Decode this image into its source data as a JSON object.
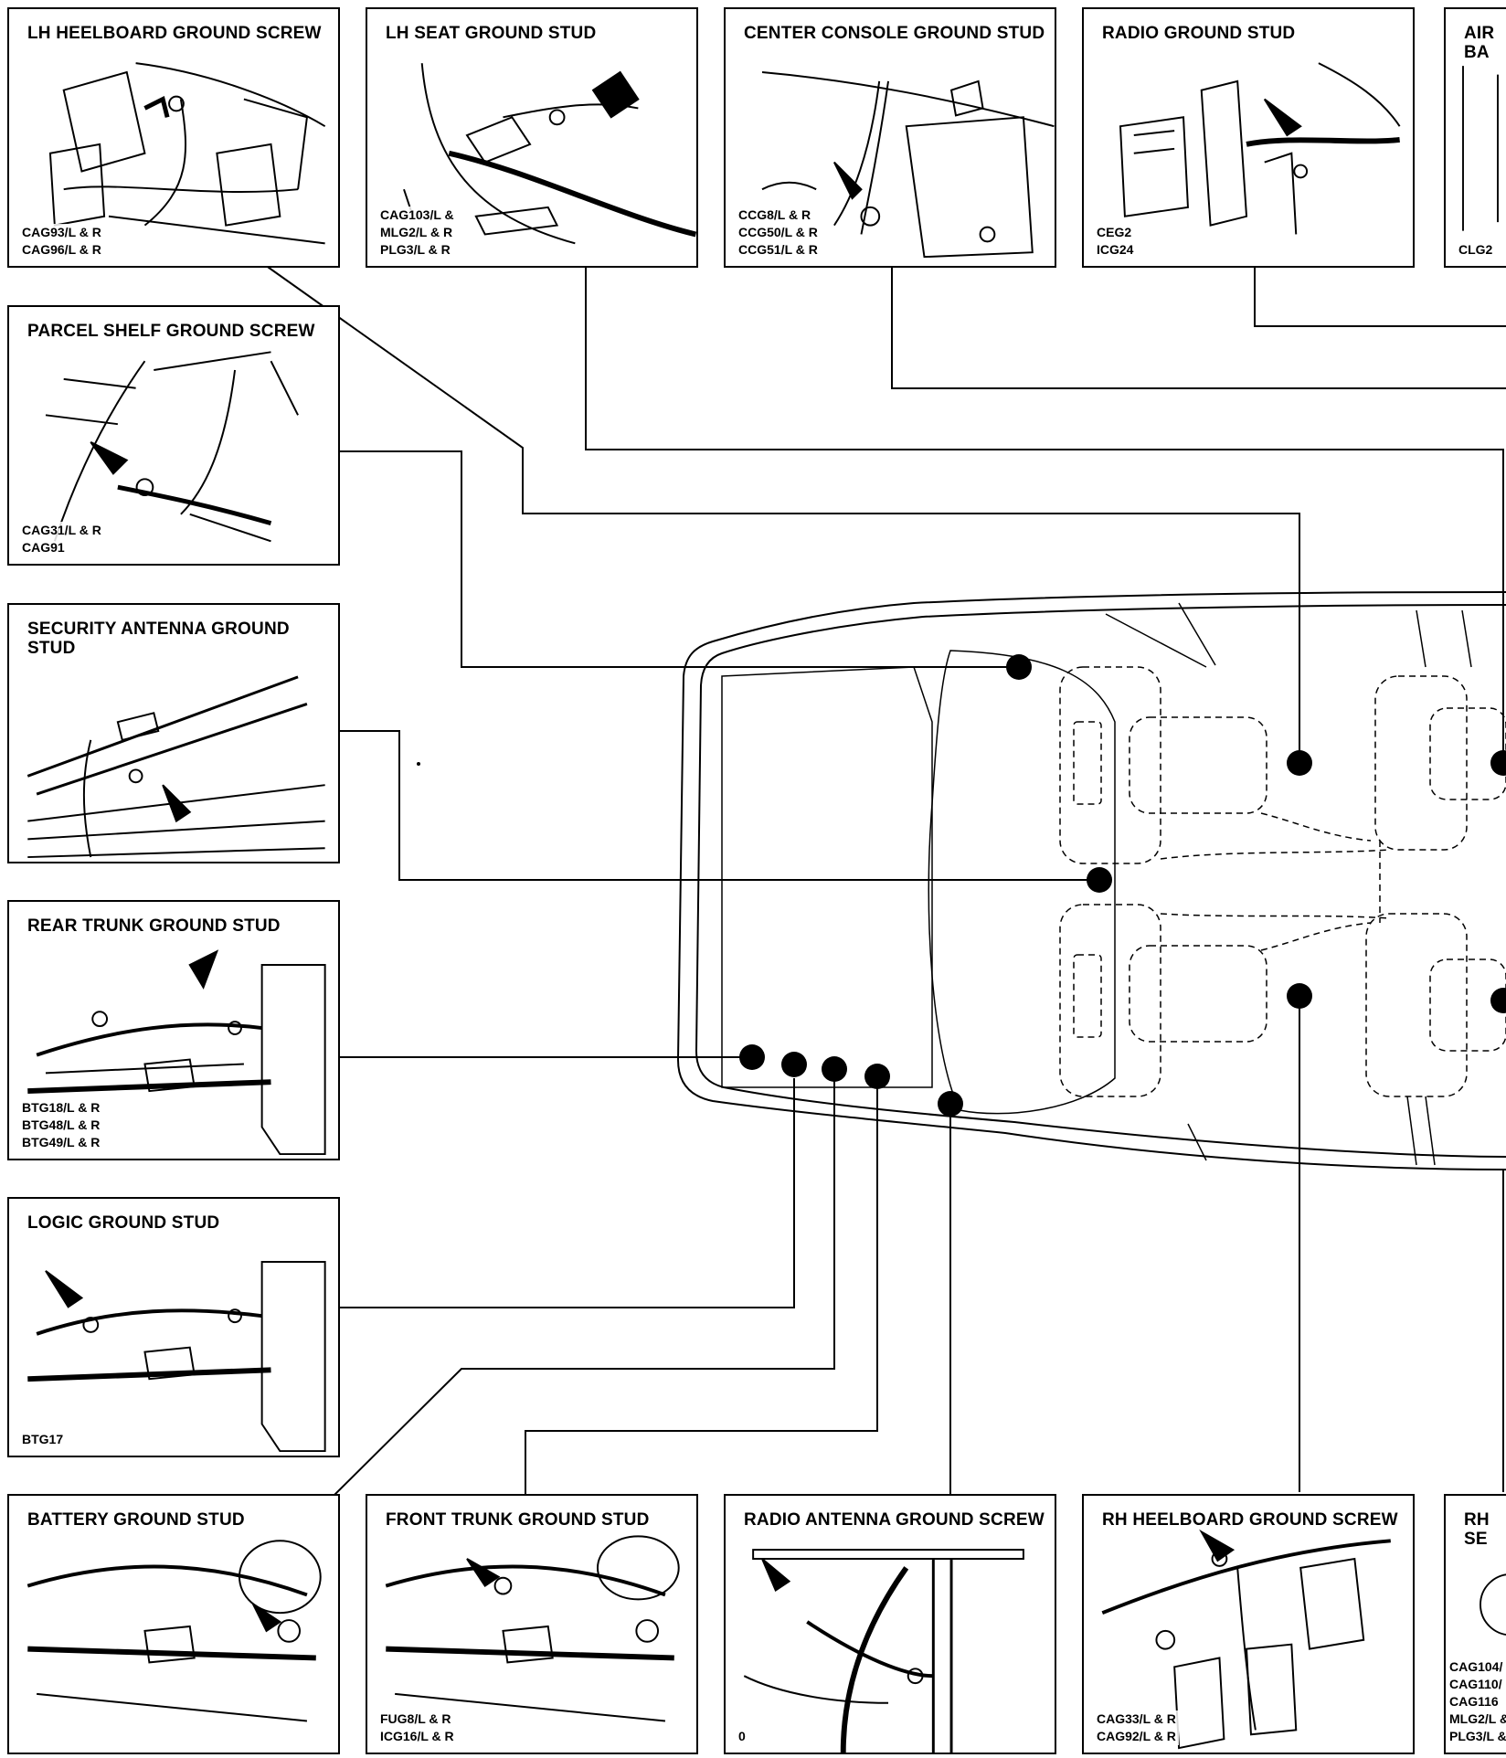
{
  "panels": [
    {
      "id": "lh-heelboard",
      "title": "LH HEELBOARD GROUND SCREW",
      "codes": [
        "CAG93/L & R",
        "CAG96/L & R"
      ]
    },
    {
      "id": "lh-seat",
      "title": "LH SEAT GROUND STUD",
      "codes": [
        "CAG103/L &",
        "MLG2/L & R",
        "PLG3/L & R"
      ]
    },
    {
      "id": "center-console",
      "title": "CENTER CONSOLE GROUND STUD",
      "codes": [
        "CCG8/L & R",
        "CCG50/L & R",
        "CCG51/L & R"
      ]
    },
    {
      "id": "radio",
      "title": "RADIO GROUND STUD",
      "codes": [
        "CEG2",
        "ICG24"
      ]
    },
    {
      "id": "air-bag",
      "title": "AIR BA",
      "codes": [
        "CLG2"
      ]
    },
    {
      "id": "parcel-shelf",
      "title": "PARCEL SHELF GROUND SCREW",
      "codes": [
        "CAG31/L & R",
        "CAG91"
      ]
    },
    {
      "id": "security-antenna",
      "title": "SECURITY ANTENNA GROUND STUD",
      "codes": []
    },
    {
      "id": "rear-trunk",
      "title": "REAR TRUNK GROUND STUD",
      "codes": [
        "BTG18/L & R",
        "BTG48/L & R",
        "BTG49/L & R"
      ]
    },
    {
      "id": "logic",
      "title": "LOGIC GROUND STUD",
      "codes": [
        "BTG17"
      ]
    },
    {
      "id": "battery",
      "title": "BATTERY GROUND STUD",
      "codes": []
    },
    {
      "id": "front-trunk",
      "title": "FRONT TRUNK GROUND STUD",
      "codes": [
        "FUG8/L & R",
        "ICG16/L & R"
      ]
    },
    {
      "id": "radio-antenna",
      "title": "RADIO ANTENNA GROUND SCREW",
      "codes": [
        "0"
      ]
    },
    {
      "id": "rh-heelboard",
      "title": "RH HEELBOARD GROUND SCREW",
      "codes": [
        "CAG33/L & R",
        "CAG92/L & R"
      ]
    },
    {
      "id": "rh-seat",
      "title": "RH SE",
      "codes": [
        "CAG104/",
        "CAG110/",
        "CAG116",
        "MLG2/L &",
        "PLG3/L &"
      ]
    }
  ]
}
